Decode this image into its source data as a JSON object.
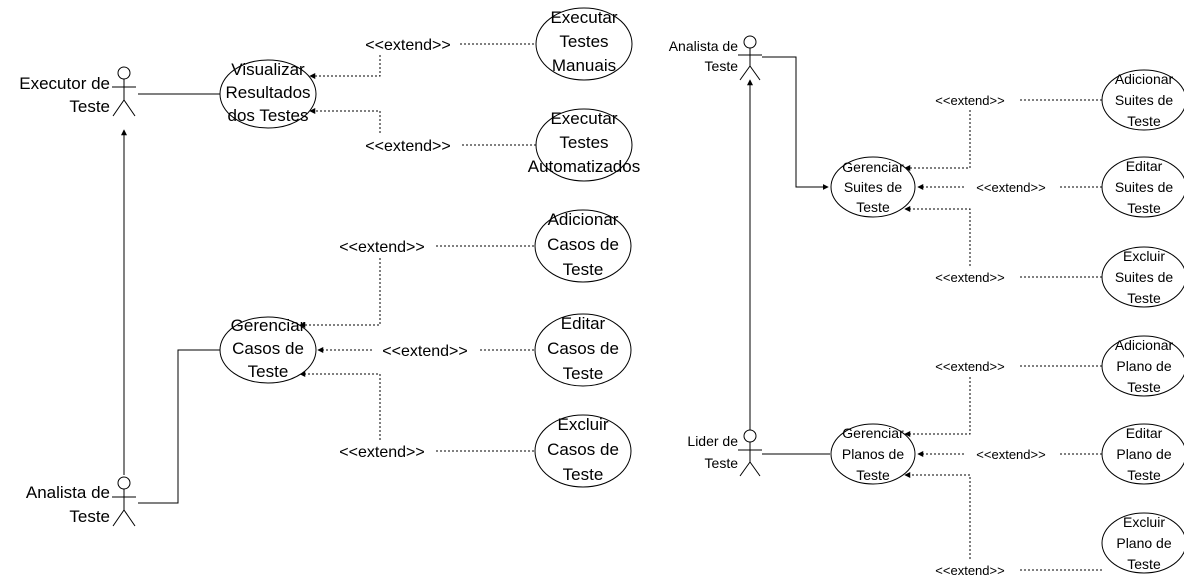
{
  "actors": {
    "executor": [
      "Executor de",
      "Teste"
    ],
    "analista_left": [
      "Analista de",
      "Teste"
    ],
    "analista_right": [
      "Analista de",
      "Teste"
    ],
    "lider": [
      "Lider de",
      "Teste"
    ]
  },
  "usecases": {
    "visualizar": [
      "Visualizar",
      "Resultados",
      "dos Testes"
    ],
    "exec_manuais": [
      "Executar",
      "Testes",
      "Manuais"
    ],
    "exec_auto": [
      "Executar",
      "Testes",
      "Automatizados"
    ],
    "ger_casos": [
      "Gerenciar",
      "Casos de",
      "Teste"
    ],
    "add_casos": [
      "Adicionar",
      "Casos de",
      "Teste"
    ],
    "edit_casos": [
      "Editar",
      "Casos de",
      "Teste"
    ],
    "excl_casos": [
      "Excluir",
      "Casos de",
      "Teste"
    ],
    "ger_suites": [
      "Gerenciar",
      "Suites de",
      "Teste"
    ],
    "add_suites": [
      "Adicionar",
      "Suites de",
      "Teste"
    ],
    "edit_suites": [
      "Editar",
      "Suites de",
      "Teste"
    ],
    "excl_suites": [
      "Excluir",
      "Suites de",
      "Teste"
    ],
    "ger_planos": [
      "Gerenciar",
      "Planos de",
      "Teste"
    ],
    "add_plano": [
      "Adicionar",
      "Plano de",
      "Teste"
    ],
    "edit_plano": [
      "Editar",
      "Plano de",
      "Teste"
    ],
    "excl_plano": [
      "Excluir",
      "Plano de",
      "Teste"
    ]
  },
  "extend_label": "<<extend>>"
}
